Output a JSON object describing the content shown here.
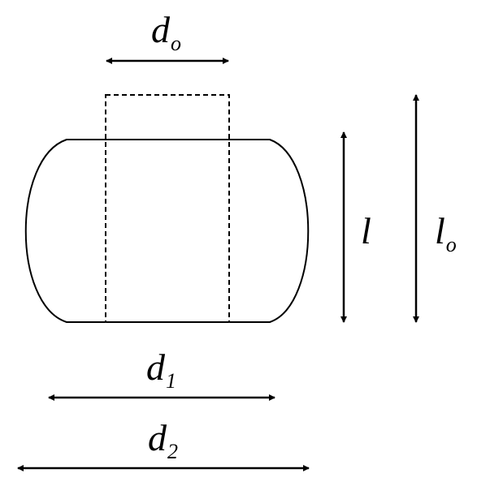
{
  "diagram": {
    "labels": {
      "d0": {
        "main": "d",
        "sub": "o"
      },
      "d1": {
        "main": "d",
        "sub": "1"
      },
      "d2": {
        "main": "d",
        "sub": "2"
      },
      "l": {
        "main": "l"
      },
      "l0": {
        "main": "l",
        "sub": "o"
      }
    },
    "colors": {
      "stroke": "#000000",
      "background": "#ffffff"
    }
  }
}
